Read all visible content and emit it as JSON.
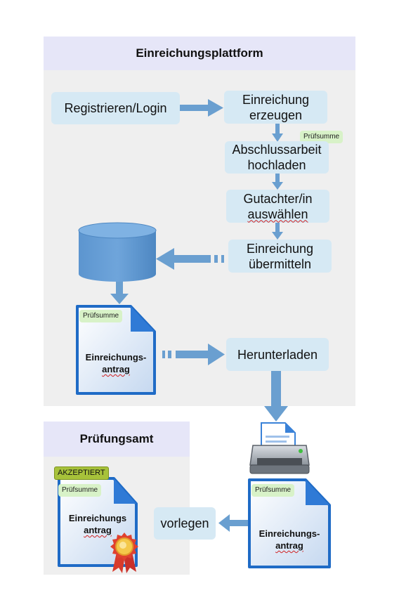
{
  "platform": {
    "title": "Einreichungsplattform",
    "steps": {
      "login": "Registrieren/Login",
      "create": [
        "Einreichung",
        "erzeugen"
      ],
      "upload": [
        "Abschlussarbeit",
        "hochladen"
      ],
      "reviewer": [
        "Gutachter/in",
        "auswählen"
      ],
      "submit": [
        "Einreichung",
        "übermitteln"
      ],
      "download": "Herunterladen"
    },
    "checksum": "Prüfsumme",
    "document": [
      "Einreichungs-",
      "antrag"
    ]
  },
  "office": {
    "title": "Prüfungsamt",
    "accepted": "AKZEPTIERT",
    "checksum": "Prüfsumme",
    "document": [
      "Einreichungs",
      "antrag"
    ]
  },
  "printout": {
    "checksum": "Prüfsumme",
    "document": [
      "Einreichungs-",
      "antrag"
    ]
  },
  "present": "vorlegen",
  "colors": {
    "arrow": "#6a9fd0",
    "step_box": "#d6e9f4",
    "panel": "#efefef",
    "panel_header": "#e6e6f8",
    "checksum_tag": "#d8f2c8",
    "accepted_tag": "#a7c23a",
    "document_border": "#1f6bc6",
    "database": "#4d87c2"
  }
}
